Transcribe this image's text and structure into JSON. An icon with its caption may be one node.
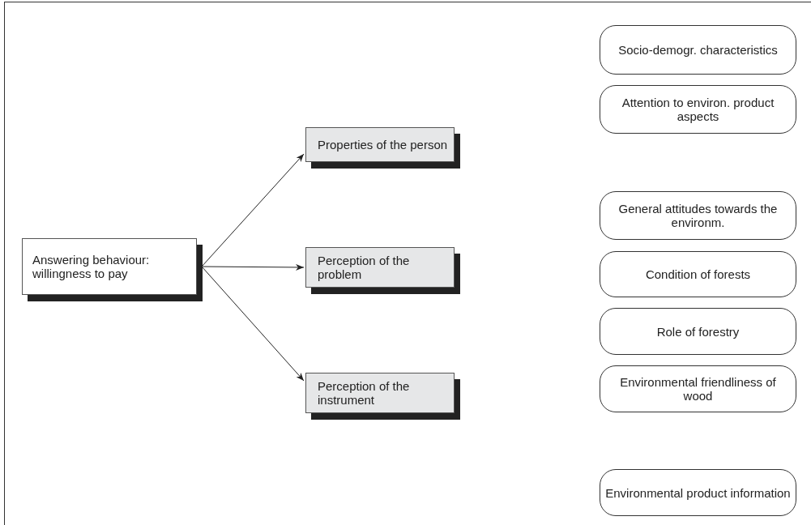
{
  "diagram": {
    "nodes": [
      {
        "text": [
          "Answering behaviour: willingness to pay"
        ]
      },
      {
        "text": [
          "Properties of the person"
        ]
      },
      {
        "text": [
          "Perception of the problem"
        ]
      },
      {
        "text": [
          "Perception of the instrument"
        ]
      },
      {
        "text": [
          "Socio-demogr. characteristics"
        ]
      },
      {
        "text": [
          "Attention to environ. product aspects"
        ]
      },
      {
        "text": [
          "General attitudes towards the environm."
        ]
      },
      {
        "text": [
          "Condition of forests"
        ]
      },
      {
        "text": [
          "Role of forestry"
        ]
      },
      {
        "text": [
          "Environmental friendliness of wood"
        ]
      },
      {
        "text": [
          "Environmental product information"
        ]
      }
    ],
    "edges": [
      {
        "from": 0,
        "to": 1,
        "arrow": "to"
      },
      {
        "from": 0,
        "to": 2,
        "arrow": "to"
      },
      {
        "from": 0,
        "to": 3,
        "arrow": "to"
      }
    ]
  }
}
